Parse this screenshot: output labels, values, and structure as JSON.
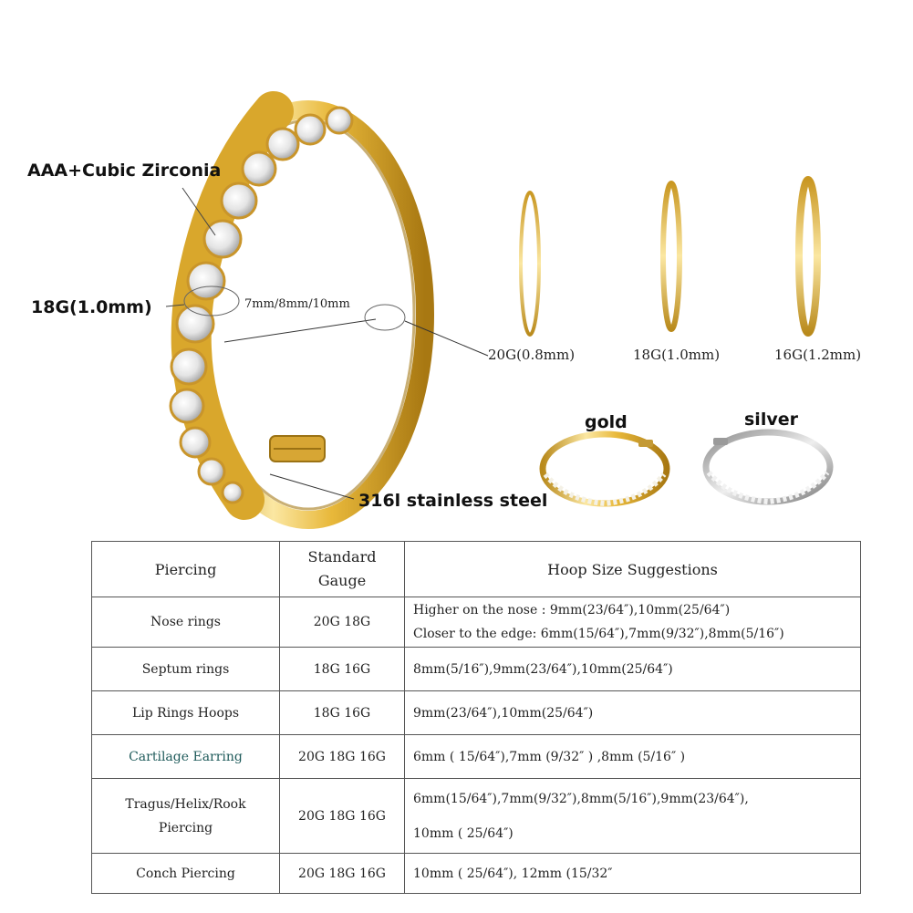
{
  "labels": {
    "cubic_zirconia": "AAA+Cubic Zirconia",
    "gauge_main": "18G(1.0mm)",
    "diameter": "7mm/8mm/10mm",
    "material": "316l stainless steel",
    "g20": "20G(0.8mm)",
    "g18": "18G(1.0mm)",
    "g16": "16G(1.2mm)",
    "gold": "gold",
    "silver": "silver"
  },
  "colors": {
    "gold": "#e8b83a",
    "gold_light": "#fbe7a2",
    "gold_dark": "#b98a1c",
    "silver": "#c6c6c6",
    "silver_dark": "#8a8a8a"
  },
  "table": {
    "headers": {
      "piercing": "Piercing",
      "gauge_line1": "Standard",
      "gauge_line2": "Gauge",
      "suggestions": "Hoop Size Suggestions"
    },
    "rows": [
      {
        "piercing": "Nose rings",
        "gauge": "20G 18G",
        "line1": "Higher on the nose : 9mm(23/64″),10mm(25/64″)",
        "line2": "Closer to the edge: 6mm(15/64″),7mm(9/32″),8mm(5/16″)"
      },
      {
        "piercing": "Septum rings",
        "gauge": "18G 16G",
        "line1": "8mm(5/16″),9mm(23/64″),10mm(25/64″)"
      },
      {
        "piercing": "Lip Rings Hoops",
        "gauge": "18G 16G",
        "line1": "9mm(23/64″),10mm(25/64″)"
      },
      {
        "piercing": "Cartilage Earring",
        "gauge": "20G 18G 16G",
        "line1": "6mm ( 15/64″),7mm (9/32″ ) ,8mm (5/16″ )"
      },
      {
        "piercing_line1": "Tragus/Helix/Rook",
        "piercing_line2": "Piercing",
        "gauge": "20G 18G 16G",
        "line1": "6mm(15/64″),7mm(9/32″),8mm(5/16″),9mm(23/64″),",
        "line2": "10mm ( 25/64″)"
      },
      {
        "piercing": "Conch Piercing",
        "gauge": "20G 18G 16G",
        "line1": "10mm ( 25/64″), 12mm (15/32″"
      }
    ]
  }
}
